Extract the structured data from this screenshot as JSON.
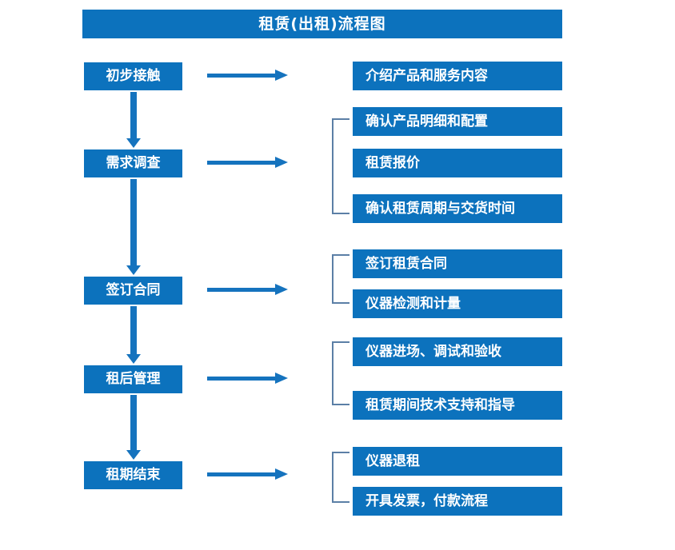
{
  "title": {
    "text": "租赁(出租)流程图"
  },
  "colors": {
    "box_blue": "#0c72bd",
    "arrow_blue": "#1573be",
    "bracket_blue": "#5b7fa6",
    "text_white": "#ffffff",
    "background": "#ffffff"
  },
  "stages": [
    {
      "label": "初步接触"
    },
    {
      "label": "需求调查"
    },
    {
      "label": "签订合同"
    },
    {
      "label": "租后管理"
    },
    {
      "label": "租期结束"
    }
  ],
  "details": [
    {
      "label": "介绍产品和服务内容"
    },
    {
      "label": "确认产品明细和配置"
    },
    {
      "label": "租赁报价"
    },
    {
      "label": "确认租赁周期与交货时间"
    },
    {
      "label": "签订租赁合同"
    },
    {
      "label": "仪器检测和计量"
    },
    {
      "label": "仪器进场、调试和验收"
    },
    {
      "label": "租赁期间技术支持和指导"
    },
    {
      "label": "仪器退租"
    },
    {
      "label": "开具发票，付款流程"
    }
  ],
  "icons": {
    "arrow_right": "arrow-right-icon",
    "arrow_down": "arrow-down-icon",
    "bracket": "group-bracket-icon"
  }
}
